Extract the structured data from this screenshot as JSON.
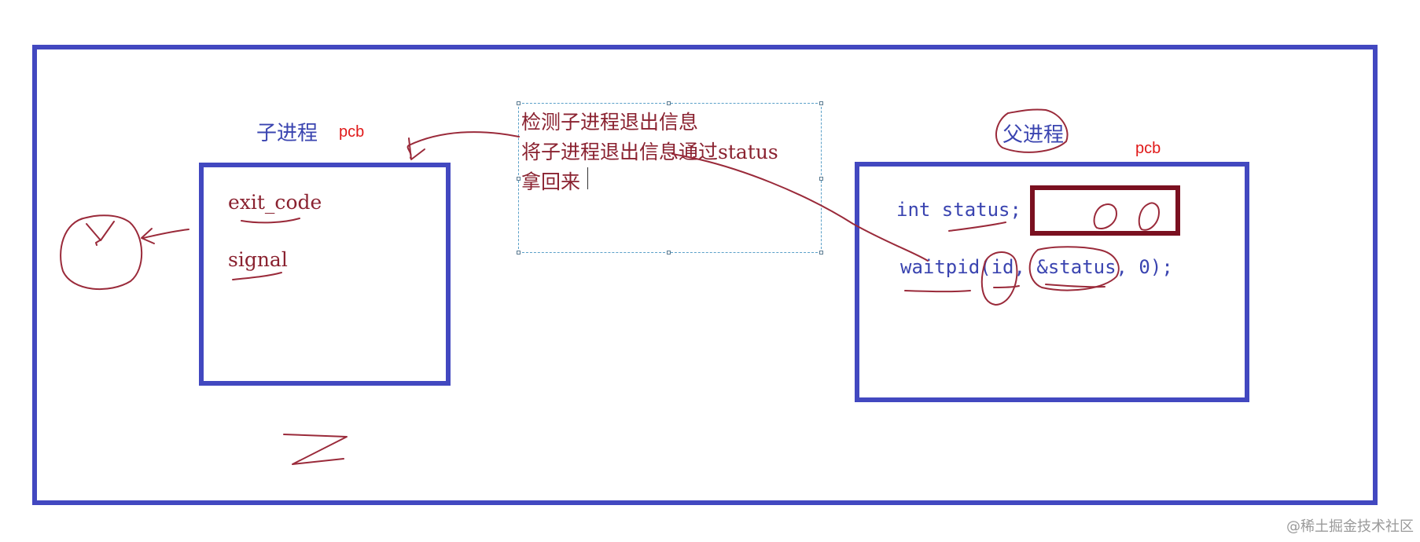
{
  "child": {
    "title": "子进程",
    "pcb": "pcb",
    "fields": [
      "exit_code",
      "signal"
    ]
  },
  "parent": {
    "title": "父进程",
    "pcb": "pcb",
    "decl": "int status;",
    "call": "waitpid(id, &status, 0);"
  },
  "note": {
    "lines": [
      "检测子进程退出信息",
      "将子进程退出信息通过status",
      "拿回来"
    ]
  },
  "watermark": "@稀土掘金技术社区",
  "colors": {
    "frame": "#4248c0",
    "text_red": "#8a2230",
    "status_box": "#7a1020",
    "pcb_label": "#e01818",
    "ink": "#9a2a3a"
  }
}
